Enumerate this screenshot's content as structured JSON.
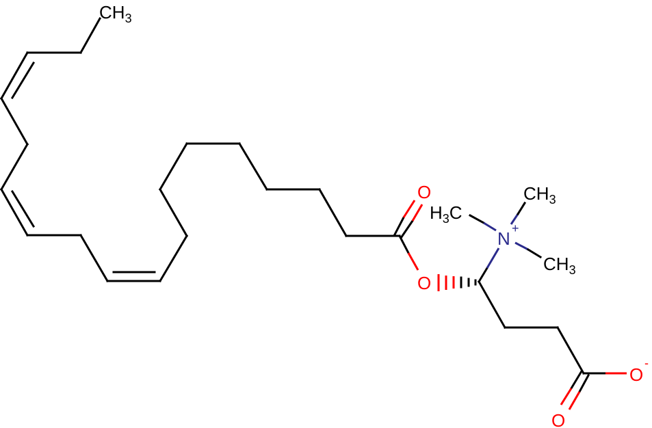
{
  "molecule": {
    "labels": {
      "terminal_methyl": {
        "main": "CH",
        "sub": "3"
      },
      "carbonyl_oxygen": "O",
      "ester_oxygen": "O",
      "nitrogen": "N",
      "nitrogen_charge": "+",
      "methyl_left": {
        "pre": "H",
        "sub": "3",
        "main": "C"
      },
      "methyl_top": {
        "main": "CH",
        "sub": "3"
      },
      "methyl_right": {
        "main": "CH",
        "sub": "3"
      },
      "carboxylate_oxygen": "O",
      "carboxylate_charge": "-",
      "carboxyl_double_oxygen": "O"
    },
    "colors": {
      "carbon": "#000000",
      "oxygen": "#ff0000",
      "nitrogen": "#2b2b8c"
    }
  }
}
